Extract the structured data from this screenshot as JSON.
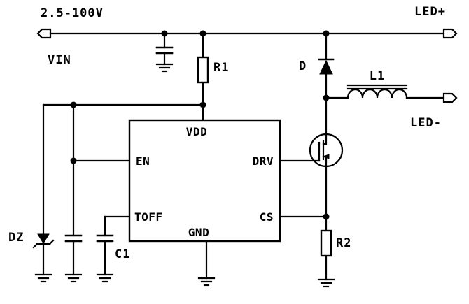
{
  "schematic": {
    "supply_label": "2.5-100V",
    "terminals": {
      "vin": "VIN",
      "led_plus": "LED+",
      "led_minus": "LED-"
    },
    "components": {
      "r1": "R1",
      "r2": "R2",
      "c1": "C1",
      "diode": "D",
      "inductor": "L1",
      "zener": "DZ"
    },
    "ic": {
      "pins": {
        "vdd": "VDD",
        "en": "EN",
        "toff": "TOFF",
        "drv": "DRV",
        "cs": "CS",
        "gnd": "GND"
      }
    },
    "colors": {
      "ink": "#000000",
      "background": "#ffffff"
    }
  }
}
